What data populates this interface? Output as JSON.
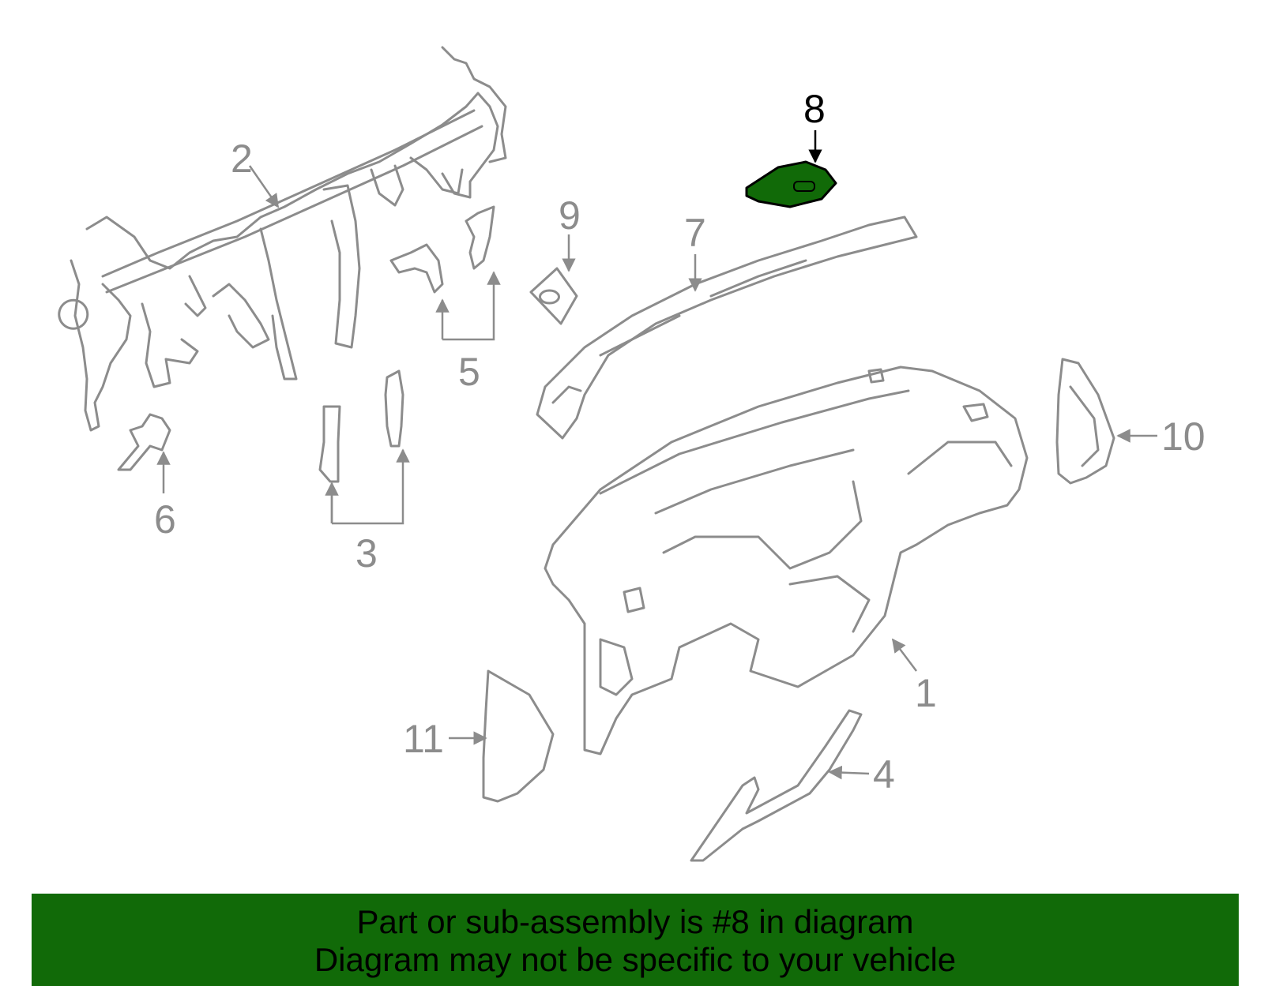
{
  "colors": {
    "highlight_part": "#116a08",
    "banner_background": "#116a08",
    "line_art": "#8c8c8c"
  },
  "callouts": [
    "1",
    "2",
    "3",
    "4",
    "5",
    "6",
    "7",
    "8",
    "9",
    "10",
    "11"
  ],
  "highlighted_callout": "8",
  "banner": {
    "line1": "Part or sub-assembly is #8 in diagram",
    "line2": "Diagram may not be specific to your vehicle"
  }
}
